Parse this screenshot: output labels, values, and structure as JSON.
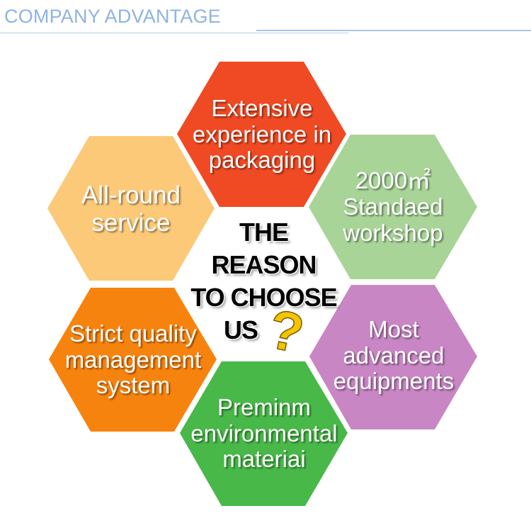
{
  "header": {
    "title": "COMPANY ADVANTAGE"
  },
  "center": {
    "lines": [
      "THE",
      "REASON",
      "TO CHOOSE",
      "US"
    ],
    "question_mark": "?",
    "question_color": "#f5c400"
  },
  "hexagons": [
    {
      "id": "experience",
      "lines": [
        "Extensive",
        "experience in",
        "packaging"
      ],
      "color": "#ef4a23"
    },
    {
      "id": "workshop",
      "lines": [
        "2000㎡",
        "Standaed",
        "workshop"
      ],
      "color": "#a8d597"
    },
    {
      "id": "equipments",
      "lines": [
        "Most",
        "advanced",
        "equipments"
      ],
      "color": "#c886c4"
    },
    {
      "id": "material",
      "lines": [
        "Preminm",
        "environmental",
        "materiai"
      ],
      "color": "#48b848"
    },
    {
      "id": "quality",
      "lines": [
        "Strict quality",
        "management",
        "system"
      ],
      "color": "#f7830f"
    },
    {
      "id": "service",
      "lines": [
        "All-round",
        "service"
      ],
      "color": "#fcc979"
    }
  ]
}
